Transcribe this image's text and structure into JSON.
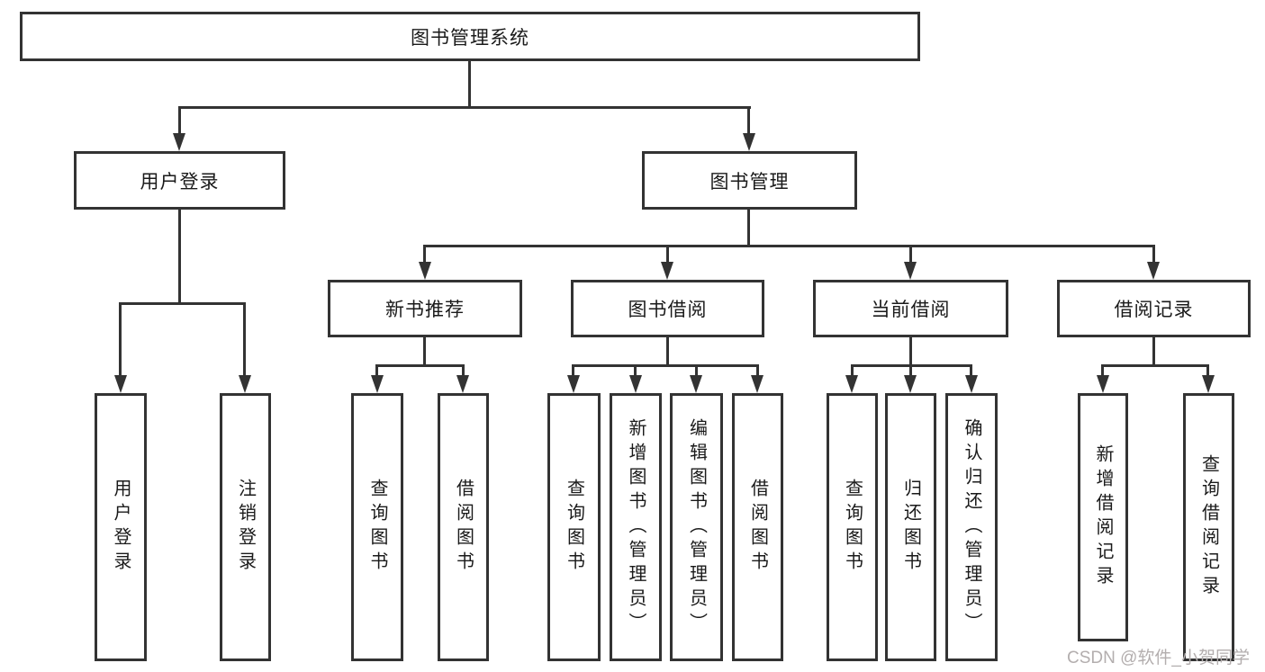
{
  "diagram": {
    "tree": {
      "label": "图书管理系统",
      "children": [
        {
          "label": "用户登录",
          "children": [
            {
              "label": "用户登录"
            },
            {
              "label": "注销登录"
            }
          ]
        },
        {
          "label": "图书管理",
          "children": [
            {
              "label": "新书推荐",
              "children": [
                {
                  "label": "查询图书"
                },
                {
                  "label": "借阅图书"
                }
              ]
            },
            {
              "label": "图书借阅",
              "children": [
                {
                  "label": "查询图书"
                },
                {
                  "label": "新增图书（管理员）"
                },
                {
                  "label": "编辑图书（管理员）"
                },
                {
                  "label": "借阅图书"
                }
              ]
            },
            {
              "label": "当前借阅",
              "children": [
                {
                  "label": "查询图书"
                },
                {
                  "label": "归还图书"
                },
                {
                  "label": "确认归还（管理员）"
                }
              ]
            },
            {
              "label": "借阅记录",
              "children": [
                {
                  "label": "新增借阅记录"
                },
                {
                  "label": "查询借阅记录"
                }
              ]
            }
          ]
        }
      ]
    },
    "line_color": "#333333"
  },
  "watermark": {
    "text": "CSDN @软件_小贺同学"
  }
}
